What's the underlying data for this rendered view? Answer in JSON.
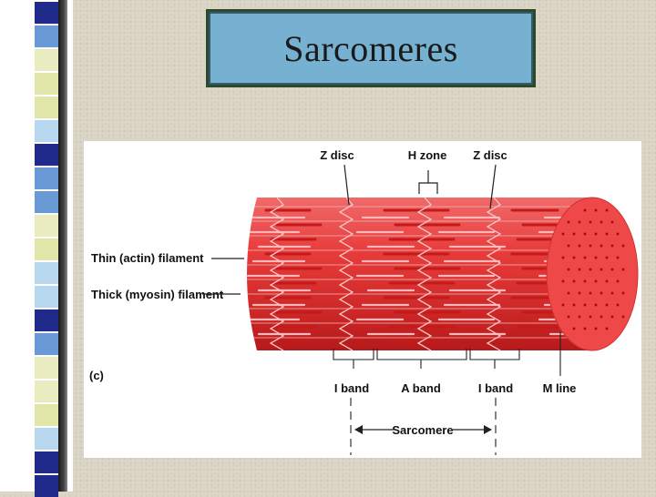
{
  "slide": {
    "title": "Sarcomeres"
  },
  "diagram": {
    "panel_label": "(c)",
    "labels": {
      "z_disc_left": "Z disc",
      "h_zone": "H zone",
      "z_disc_right": "Z disc",
      "thin_filament": "Thin (actin) filament",
      "thick_filament": "Thick (myosin) filament",
      "i_band_left": "I band",
      "a_band": "A band",
      "i_band_right": "I band",
      "m_line": "M line",
      "sarcomere": "Sarcomere"
    }
  },
  "colors": {
    "muscle_fill": "#e63a3a",
    "filament_light": "#f7a8a8",
    "filament_dark": "#c41a1a",
    "title_bg": "#77b1d1"
  }
}
